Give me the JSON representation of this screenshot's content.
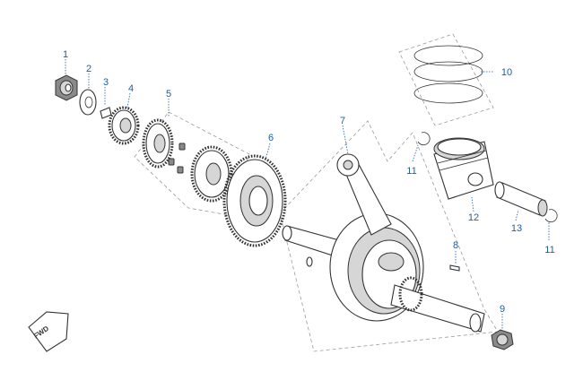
{
  "diagram": {
    "callouts": [
      {
        "id": "c1",
        "label": "1"
      },
      {
        "id": "c2",
        "label": "2"
      },
      {
        "id": "c3",
        "label": "3"
      },
      {
        "id": "c4",
        "label": "4"
      },
      {
        "id": "c5",
        "label": "5"
      },
      {
        "id": "c6",
        "label": "6"
      },
      {
        "id": "c7",
        "label": "7"
      },
      {
        "id": "c8",
        "label": "8"
      },
      {
        "id": "c9",
        "label": "9"
      },
      {
        "id": "c10",
        "label": "10"
      },
      {
        "id": "c11a",
        "label": "11"
      },
      {
        "id": "c11b",
        "label": "11"
      },
      {
        "id": "c12",
        "label": "12"
      },
      {
        "id": "c13",
        "label": "13"
      }
    ],
    "direction_badge": "FWD",
    "colors": {
      "callout": "#1a5fa8",
      "line": "#333333",
      "group_outline": "#9a9a9a"
    }
  }
}
